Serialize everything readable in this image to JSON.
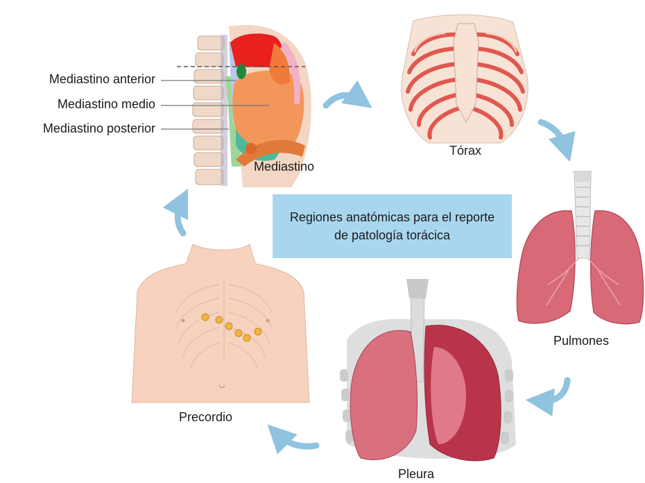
{
  "diagram": {
    "center_text": "Regiones anatómicas para el reporte de patología torácica",
    "nodes": {
      "mediastino": "Mediastino",
      "torax": "Tórax",
      "pulmones": "Pulmones",
      "pleura": "Pleura",
      "precordio": "Precordio"
    },
    "mediastino_parts": {
      "anterior": "Mediastino anterior",
      "medio": "Mediastino medio",
      "posterior": "Mediastino posterior"
    }
  },
  "colors": {
    "box": "#a9d6ee",
    "arrow": "#8fc3df",
    "skin": "#f6d2bf",
    "bone": "#f3dccd",
    "bone_red": "#e0584f",
    "lung": "#d86a78",
    "lung_dark": "#b9344a"
  }
}
